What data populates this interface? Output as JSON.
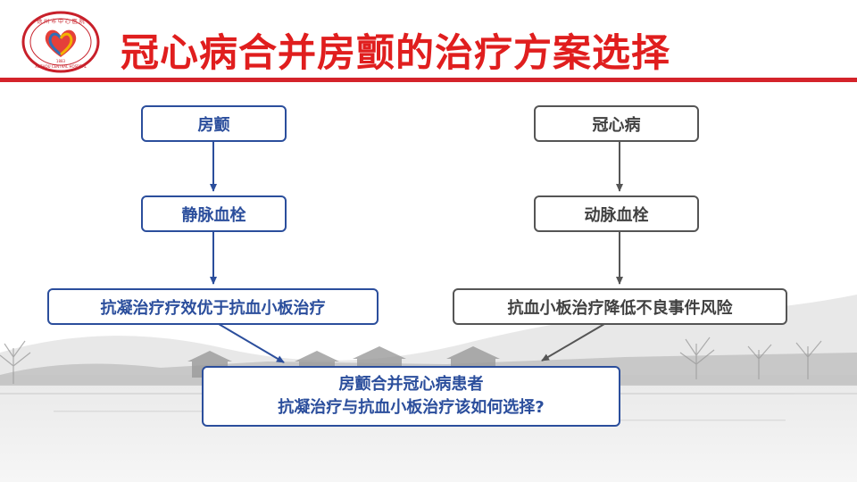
{
  "slide": {
    "title": "冠心病合并房颤的治疗方案选择",
    "logo": {
      "name": "hospital-logo",
      "text": "徐州市中心医院 XUZHOU CENTRAL HOSPITAL 1883"
    }
  },
  "left_column": {
    "box1": "房颤",
    "box2": "静脉血栓",
    "box3": "抗凝治疗疗效优于抗血小板治疗"
  },
  "right_column": {
    "box1": "冠心病",
    "box2": "动脉血栓",
    "box3": "抗血小板治疗降低不良事件风险"
  },
  "conclusion": {
    "line1": "房颤合并冠心病患者",
    "line2": "抗凝治疗与抗血小板治疗该如何选择?"
  },
  "colors": {
    "accent_red": "#d4232a",
    "blue": "#2b4e9c",
    "gray": "#555555"
  }
}
